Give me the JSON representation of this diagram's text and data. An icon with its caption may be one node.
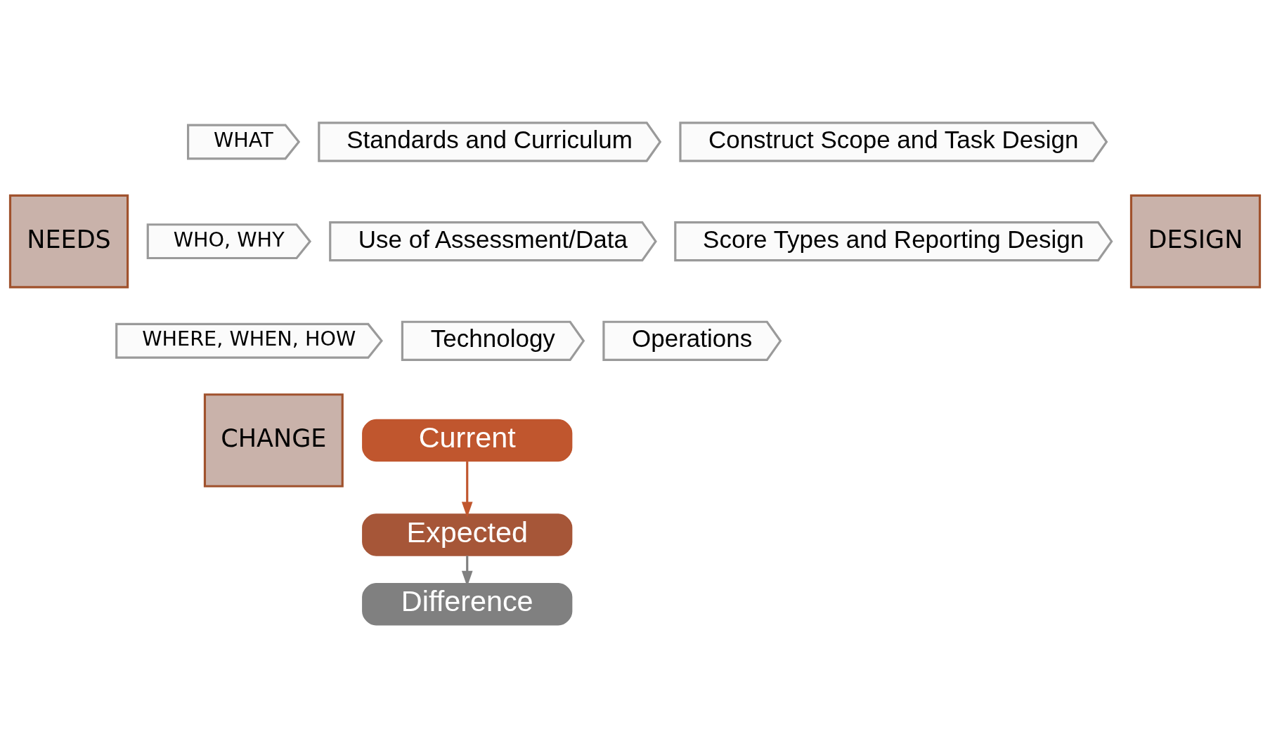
{
  "diagram": {
    "nodes": [
      {
        "text": [
          "NEEDS"
        ]
      },
      {
        "text": [
          "WHAT"
        ]
      },
      {
        "text": [
          "Standards and Curriculum"
        ]
      },
      {
        "text": [
          "Construct Scope and Task Design"
        ]
      },
      {
        "text": [
          "WHO, WHY"
        ]
      },
      {
        "text": [
          "Use of Assessment/Data"
        ]
      },
      {
        "text": [
          "Score Types and Reporting Design"
        ]
      },
      {
        "text": [
          "WHERE, WHEN, HOW"
        ]
      },
      {
        "text": [
          "Technology"
        ]
      },
      {
        "text": [
          "Operations"
        ]
      },
      {
        "text": [
          "DESIGN"
        ]
      },
      {
        "text": [
          "CHANGE"
        ]
      },
      {
        "text": [
          "Current"
        ]
      },
      {
        "text": [
          "Expected"
        ]
      },
      {
        "text": [
          "Difference"
        ]
      }
    ],
    "edges": [
      {
        "from": 12,
        "to": 13,
        "arrow": "to",
        "color": "#c0562e"
      },
      {
        "from": 13,
        "to": 14,
        "arrow": "to",
        "color": "#808080"
      }
    ]
  }
}
